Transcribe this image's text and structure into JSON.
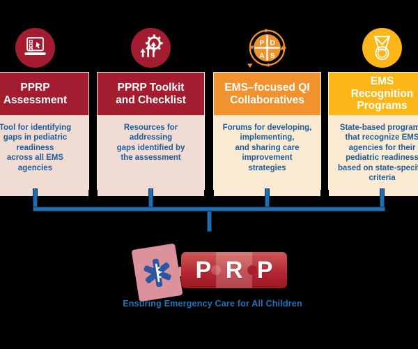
{
  "page": {
    "background": "#000000"
  },
  "columns": [
    {
      "icon": "laptop-checklist",
      "title": "PPRP\nAssessment",
      "body": "Tool for identifying\ngaps in pediatric\nreadiness\nacross all EMS\nagencies",
      "header_color": "#A31C30",
      "body_color": "#F0DCD2"
    },
    {
      "icon": "gear-arrows",
      "title": "PPRP Toolkit\nand Checklist",
      "body": "Resources for\naddressing\ngaps identified by\nthe assessment",
      "header_color": "#A31C30",
      "body_color": "#F0DCD2"
    },
    {
      "icon": "pdsa-cycle",
      "title": "EMS–focused QI\nCollaboratives",
      "body": "Forums for developing,\nimplementing,\nand sharing care\nimprovement\nstrategies",
      "header_color": "#F0922E",
      "body_color": "#FBEAD2"
    },
    {
      "icon": "medal",
      "title": "EMS\nRecognition\nPrograms",
      "body": "State-based programs\nthat recognize EMS\nagencies for their\npediatric readiness\nbased on state-specific\ncriteria",
      "header_color": "#FBB717",
      "body_color": "#FBEAD2"
    }
  ],
  "pdsa": {
    "letters": [
      "P",
      "D",
      "A",
      "S"
    ]
  },
  "logo": {
    "letters": [
      "P",
      "R",
      "P"
    ],
    "tagline": "Ensuring Emergency Care for All Children"
  },
  "colors": {
    "dark_red": "#A31C30",
    "orange": "#F0922E",
    "yellow": "#FBB717",
    "body_text_blue": "#1E5C9E",
    "bracket_blue": "#1B6FB0",
    "bracket_border_navy": "#0A2E55",
    "box_underline_salmon": "#F2837B",
    "tagline_blue": "#1B75BC",
    "logo_pink": "#DC929A",
    "logo_red": "#B12430",
    "star_of_life_blue": "#2B55A5"
  }
}
